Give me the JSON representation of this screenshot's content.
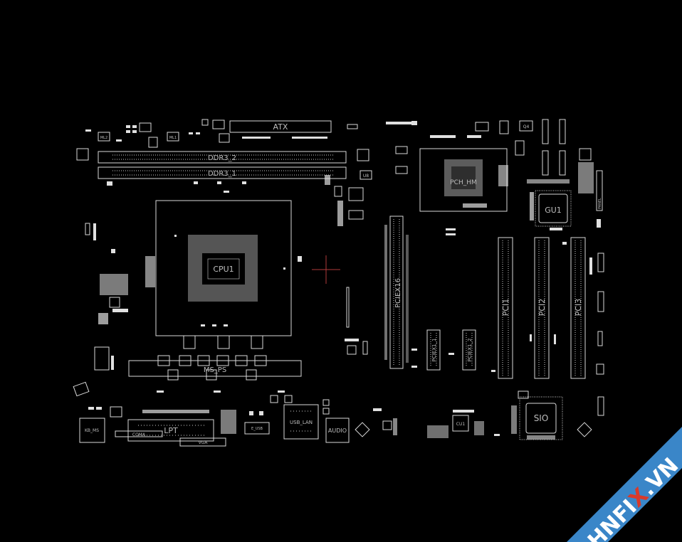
{
  "board": {
    "labels": {
      "atx": "ATX",
      "ddr3_2": "DDR3_2",
      "ddr3_1": "DDR3_1",
      "cpu": "CPU1",
      "pch": "PCH_HM",
      "gu1": "GU1",
      "pciex16": "PCIEX16",
      "pciex1_1": "PCIEX1_1",
      "pciex1_2": "PCIEX1_2",
      "pci1": "PCI1",
      "pci2": "PCI2",
      "pci3": "PCI3",
      "sio": "SIO",
      "ms_ps": "MS_PS",
      "lpt": "LPT",
      "kb_ms": "KB_MS",
      "com": "COMA",
      "vga": "VGA",
      "usb_lan": "USB_LAN",
      "audio": "AUDIO",
      "e_usb": "E_USB",
      "u8": "U8",
      "cu1": "CU1",
      "ml1": "ML1",
      "ml2": "ML2",
      "q4": "Q4",
      "panel": "PANEL"
    }
  },
  "watermark": {
    "text_a": "HNFI",
    "text_x": "X",
    "text_b": ".VN",
    "band_color": "#3a86c8",
    "accent_color": "#d83a2a"
  },
  "colors": {
    "background": "#000000",
    "outline": "#d9d9d9",
    "cursor": "#b03a3a"
  }
}
